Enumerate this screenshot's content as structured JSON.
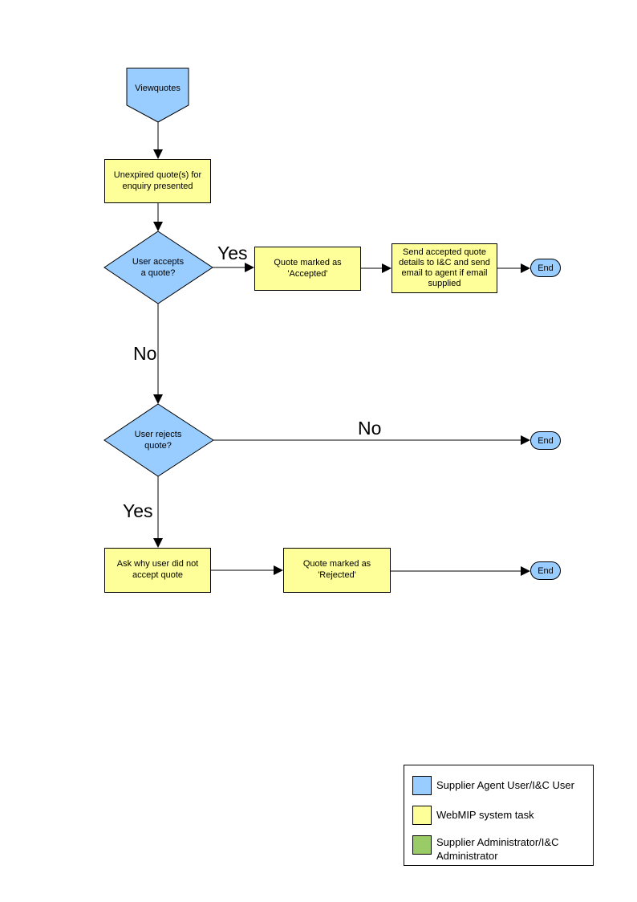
{
  "colors": {
    "actor_user_fill": "#99ccff",
    "system_task_fill": "#ffff99",
    "actor_admin_fill": "#99cc66",
    "outline": "#000000",
    "background": "#ffffff"
  },
  "nodes": {
    "start": {
      "label": "Viewquotes"
    },
    "unexpired_quotes": {
      "label": "Unexpired quote(s) for\nenquiry presented"
    },
    "user_accepts": {
      "label": "User accepts\na quote?"
    },
    "marked_accepted": {
      "label": "Quote marked as\n'Accepted'"
    },
    "send_accepted": {
      "label": "Send accepted quote\ndetails to I&C and send\nemail to agent if email\nsupplied"
    },
    "end_accepted": {
      "label": "End"
    },
    "user_rejects": {
      "label": "User rejects\nquote?"
    },
    "end_not_rejected": {
      "label": "End"
    },
    "ask_why": {
      "label": "Ask why user did not\naccept quote"
    },
    "marked_rejected": {
      "label": "Quote marked as\n'Rejected'"
    },
    "end_rejected": {
      "label": "End"
    }
  },
  "edge_labels": {
    "accepts_yes": "Yes",
    "accepts_no": "No",
    "rejects_no": "No",
    "rejects_yes": "Yes"
  },
  "legend": {
    "items": [
      {
        "color": "#99ccff",
        "label": "Supplier Agent User/I&C User"
      },
      {
        "color": "#ffff99",
        "label": "WebMIP system task"
      },
      {
        "color": "#99cc66",
        "label": "Supplier Administrator/I&C\nAdministrator"
      }
    ]
  }
}
